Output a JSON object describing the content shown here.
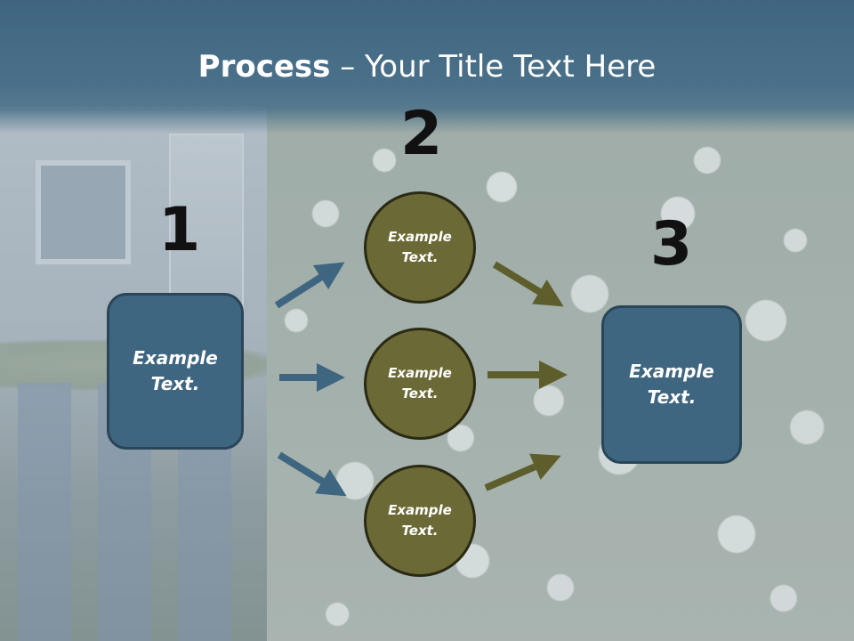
{
  "slide": {
    "title_bold": "Process",
    "title_separator": " – ",
    "title_rest": "Your Title Text Here"
  },
  "steps": {
    "one": "1",
    "two": "2",
    "three": "3"
  },
  "left_box": {
    "text": "Example Text."
  },
  "circles": [
    {
      "text": "Example Text."
    },
    {
      "text": "Example Text."
    },
    {
      "text": "Example Text."
    }
  ],
  "right_box": {
    "text": "Example Text."
  },
  "colors": {
    "title_band": "#3f6681",
    "box_fill": "#3f6680",
    "circle_fill": "#6b6a36",
    "left_arrows": "#3f6680",
    "right_arrows": "#5e5e2c"
  }
}
